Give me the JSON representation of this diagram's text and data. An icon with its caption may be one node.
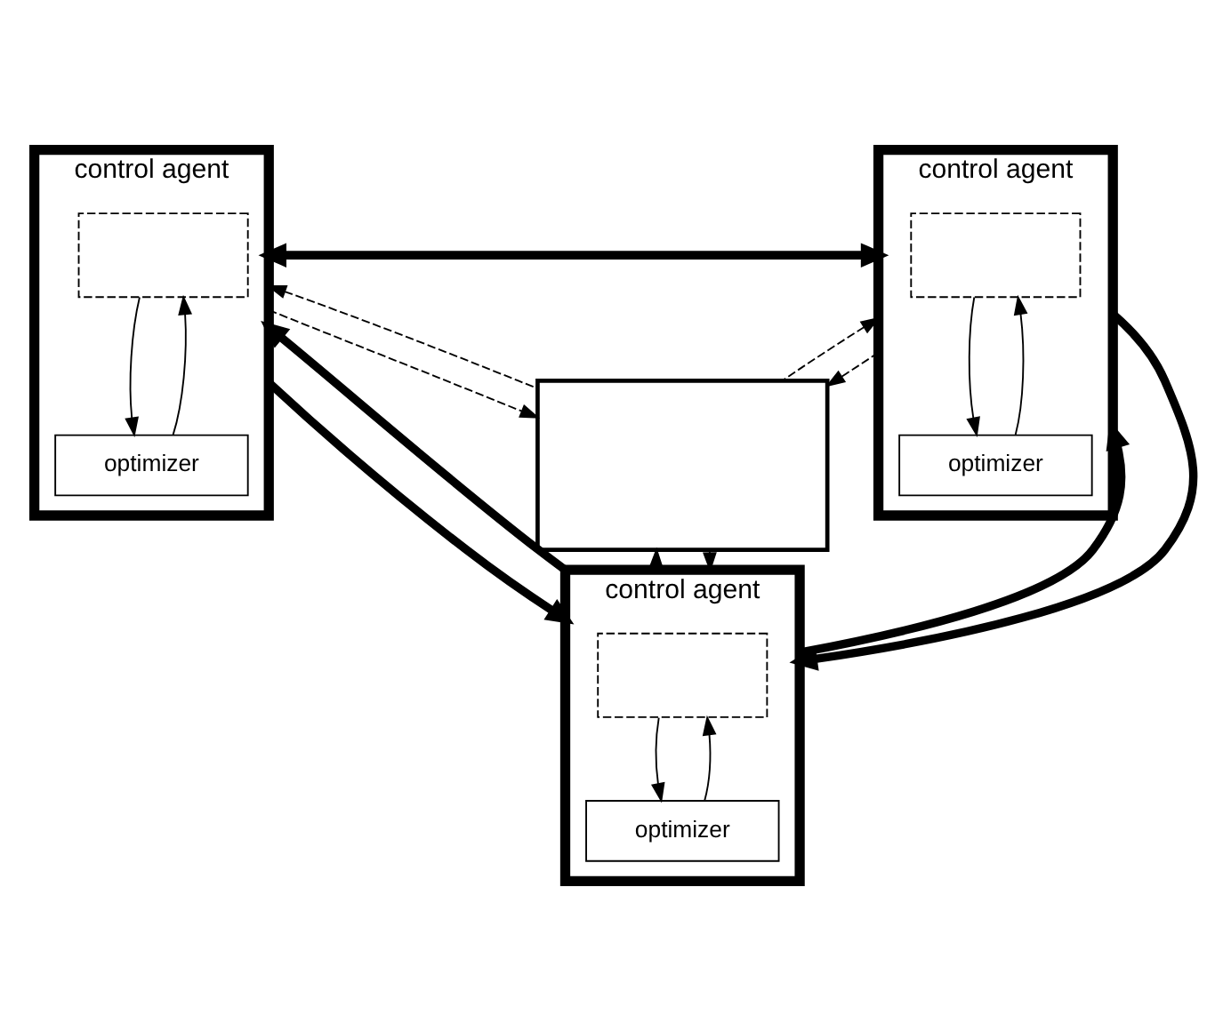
{
  "diagram": {
    "nodes": [
      {
        "text": [
          "control agent"
        ]
      },
      {
        "text": [],
        "shape": "box",
        "in": 0
      },
      {
        "text": [
          "optimizer"
        ],
        "in": 0
      },
      {
        "text": [
          "control agent"
        ]
      },
      {
        "text": [],
        "shape": "box",
        "in": 3
      },
      {
        "text": [
          "optimizer"
        ],
        "in": 3
      },
      {
        "text": [],
        "shape": "box"
      },
      {
        "text": [
          "control agent"
        ]
      },
      {
        "text": [],
        "shape": "box",
        "in": 7
      },
      {
        "text": [
          "optimizer"
        ],
        "in": 7
      }
    ],
    "edges": [
      {
        "from": 0,
        "to": 3,
        "arrow": "to",
        "style": "thick"
      },
      {
        "from": 3,
        "to": 0,
        "arrow": "to",
        "style": "thick"
      },
      {
        "from": 0,
        "to": 7,
        "arrow": "to",
        "style": "thick"
      },
      {
        "from": 7,
        "to": 0,
        "arrow": "to",
        "style": "thick"
      },
      {
        "from": 7,
        "to": 3,
        "arrow": "to",
        "style": "thick"
      },
      {
        "from": 3,
        "to": 7,
        "arrow": "to",
        "style": "thick"
      },
      {
        "from": 0,
        "to": 6,
        "arrow": "to",
        "style": "dashed"
      },
      {
        "from": 6,
        "to": 0,
        "arrow": "to",
        "style": "dashed"
      },
      {
        "from": 6,
        "to": 3,
        "arrow": "to",
        "style": "dashed"
      },
      {
        "from": 3,
        "to": 6,
        "arrow": "to",
        "style": "dashed"
      },
      {
        "from": 7,
        "to": 6,
        "arrow": "to",
        "style": "dashed"
      },
      {
        "from": 6,
        "to": 7,
        "arrow": "to",
        "style": "dashed"
      },
      {
        "from": 2,
        "to": 1,
        "arrow": "to"
      },
      {
        "from": 1,
        "to": 2,
        "arrow": "to"
      },
      {
        "from": 5,
        "to": 4,
        "arrow": "to"
      },
      {
        "from": 4,
        "to": 5,
        "arrow": "to"
      },
      {
        "from": 9,
        "to": 8,
        "arrow": "to"
      },
      {
        "from": 8,
        "to": 9,
        "arrow": "to"
      }
    ]
  }
}
